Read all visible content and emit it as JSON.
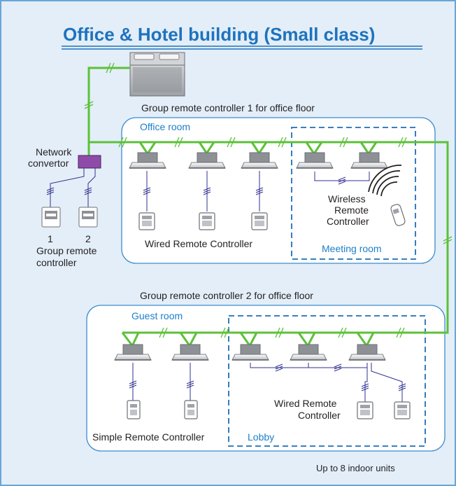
{
  "title": "Office & Hotel building (Small class)",
  "labels": {
    "group1": "Group remote controller 1 for office floor",
    "office_room": "Office room",
    "network_convertor_1": "Network",
    "network_convertor_2": "convertor",
    "wireless_1": "Wireless",
    "wireless_2": "Remote",
    "wireless_3": "Controller",
    "gr_num_1": "1",
    "gr_num_2": "2",
    "group_remote_1": "Group remote",
    "group_remote_2": "controller",
    "wired_remote": "Wired Remote Controller",
    "meeting_room": "Meeting room",
    "group2": "Group remote controller 2 for office floor",
    "guest_room": "Guest room",
    "wired_remote2_1": "Wired Remote",
    "wired_remote2_2": "Controller",
    "simple_remote": "Simple Remote Controller",
    "lobby": "Lobby",
    "up_to": "Up to 8 indoor units"
  },
  "colors": {
    "background": "#e3eef8",
    "border": "#6aa6d8",
    "title": "#1e73be",
    "room_label": "#1c7fc9",
    "green_line": "#5cc138",
    "control_line": "#2f3192",
    "convertor": "#8e4ca8"
  }
}
